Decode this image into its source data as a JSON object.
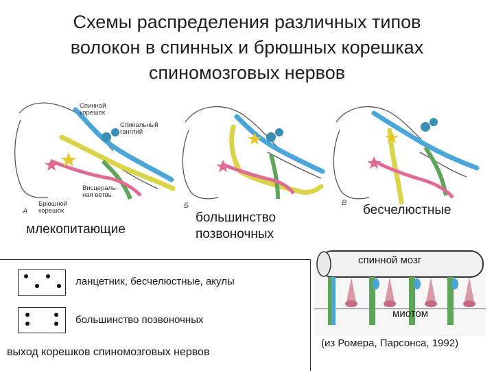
{
  "title": {
    "line1": "Схемы распределения различных типов",
    "line2": "волокон в спинных и брюшных корешках",
    "line3": "спиномозговых нервов"
  },
  "diagram_a": {
    "letter": "А",
    "labels": {
      "dorsal_root": [
        "Спинной",
        "корешок"
      ],
      "spinal_ganglion": [
        "Спинальный",
        "ганглий"
      ],
      "visceral_branch": [
        "Висцераль-",
        "ная ветвь"
      ],
      "ventral_root": [
        "Брюшной",
        "корешок"
      ]
    },
    "caption": "млекопитающие"
  },
  "diagram_b": {
    "letter": "Б",
    "caption": [
      "большинство",
      "позвоночных"
    ]
  },
  "diagram_c": {
    "letter": "В",
    "caption": "бесчелюстные"
  },
  "legend": {
    "row1": "ланцетник, бесчелюстные, акулы",
    "row2": "большинство позвоночных",
    "footer": "выход корешков спиномозговых нервов"
  },
  "spinal_cord": {
    "label": "спинной мозг",
    "myotome_label": "миотом"
  },
  "citation": "(из Ромера, Парсонса, 1992)",
  "colors": {
    "dorsal_fiber": "#4aa6d8",
    "ventral_fiber": "#d9d44a",
    "visceral_fiber": "#e06a93",
    "sympathetic_fiber": "#5fa45a",
    "ganglion": "#3a8fb4"
  }
}
